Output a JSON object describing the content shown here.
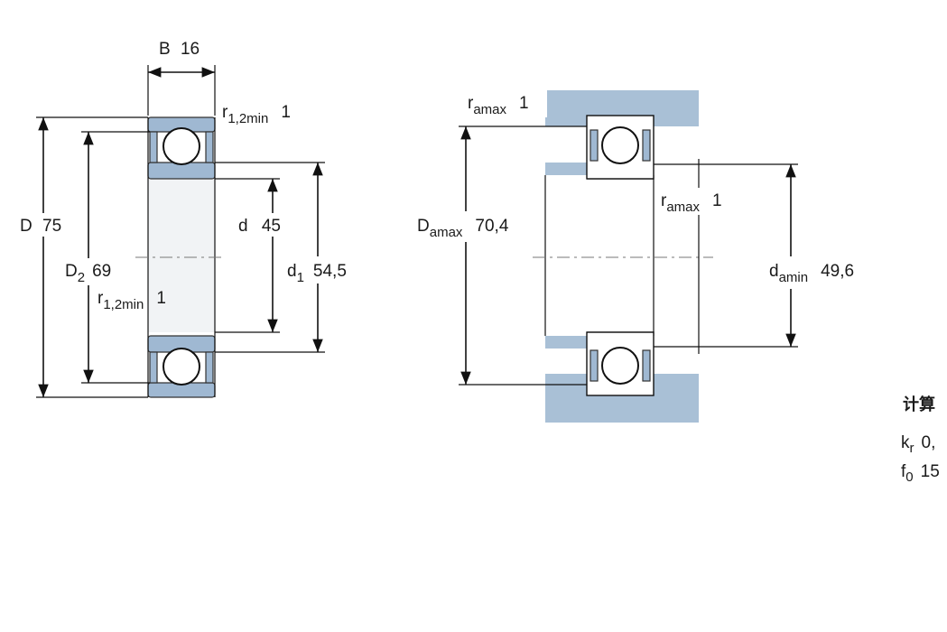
{
  "bearing_dimensions": {
    "B": {
      "symbol": "B",
      "value": "16"
    },
    "D": {
      "symbol": "D",
      "value": "75"
    },
    "D2": {
      "symbol": "D",
      "subscript": "2",
      "value": "69"
    },
    "d": {
      "symbol": "d",
      "value": "45"
    },
    "d1": {
      "symbol": "d",
      "subscript": "1",
      "value": "54,5"
    },
    "r12min_top": {
      "symbol": "r",
      "subscript": "1,2min",
      "value": "1"
    },
    "r12min_mid": {
      "symbol": "r",
      "subscript": "1,2min",
      "value": "1"
    }
  },
  "abutment_dimensions": {
    "ra_top": {
      "symbol": "r",
      "subscript": "amax",
      "value": "1"
    },
    "ra_mid": {
      "symbol": "r",
      "subscript": "amax",
      "value": "1"
    },
    "Da": {
      "symbol": "D",
      "subscript": "amax",
      "value": "70,4"
    },
    "da": {
      "symbol": "d",
      "subscript": "amin",
      "value": "49,6"
    }
  },
  "calc_panel": {
    "title": "计算",
    "kr": {
      "symbol": "k",
      "subscript": "r",
      "value": "0,"
    },
    "f0": {
      "symbol": "f",
      "subscript": "0",
      "value": "15"
    }
  },
  "colors": {
    "ring_fill": "#9fb8d2",
    "housing_fill": "#a9c0d6",
    "line": "#111111"
  }
}
